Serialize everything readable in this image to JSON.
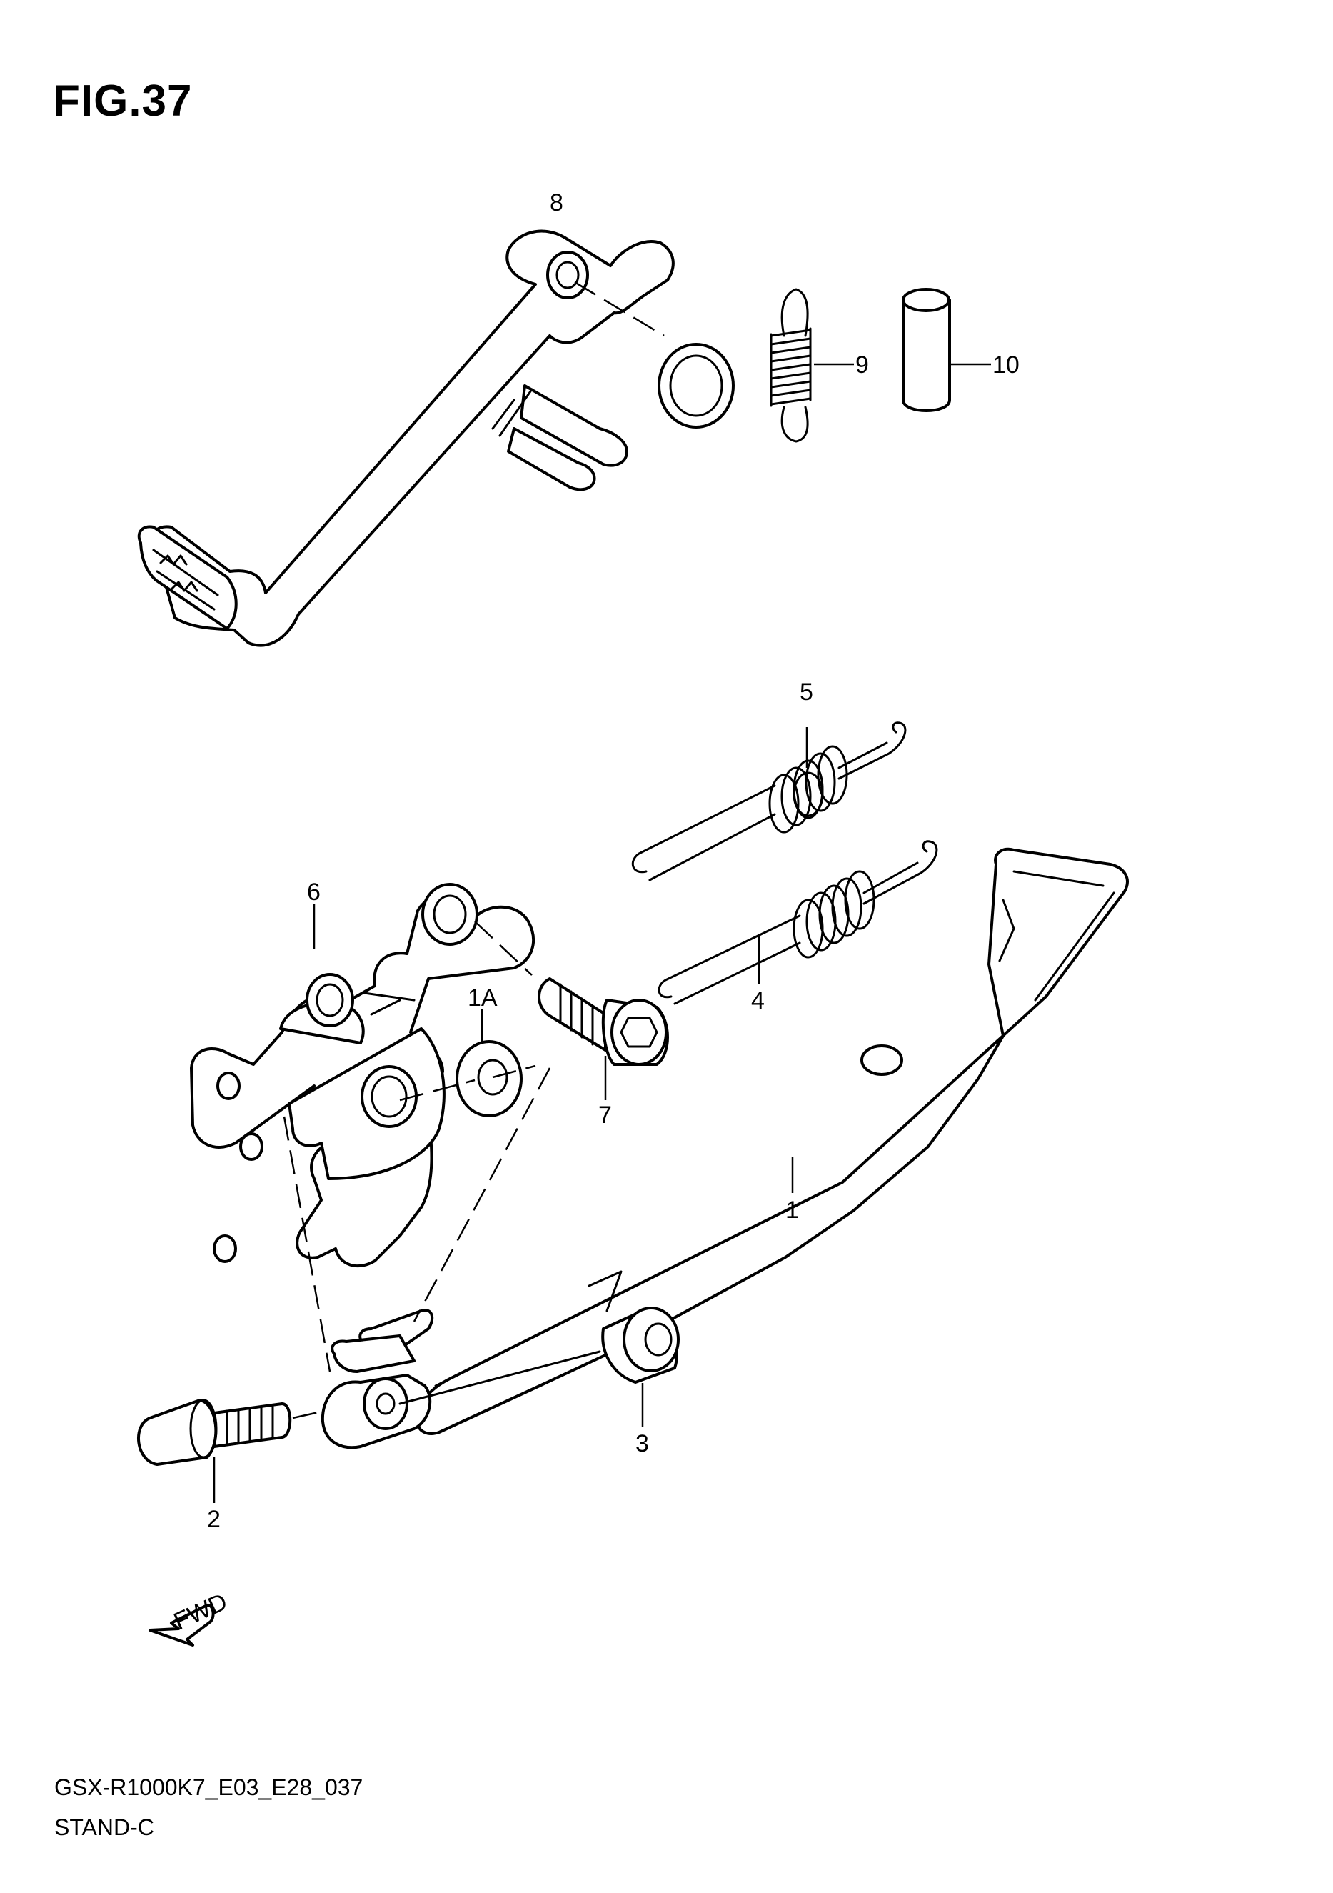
{
  "figure": {
    "title": "FIG.37",
    "model_code": "GSX-R1000K7_E03_E28_037",
    "section_name": "STAND-C",
    "fwd_label": "FWD"
  },
  "callouts": [
    "8",
    "9",
    "10",
    "5",
    "6",
    "1A",
    "4",
    "7",
    "1",
    "3",
    "2"
  ]
}
